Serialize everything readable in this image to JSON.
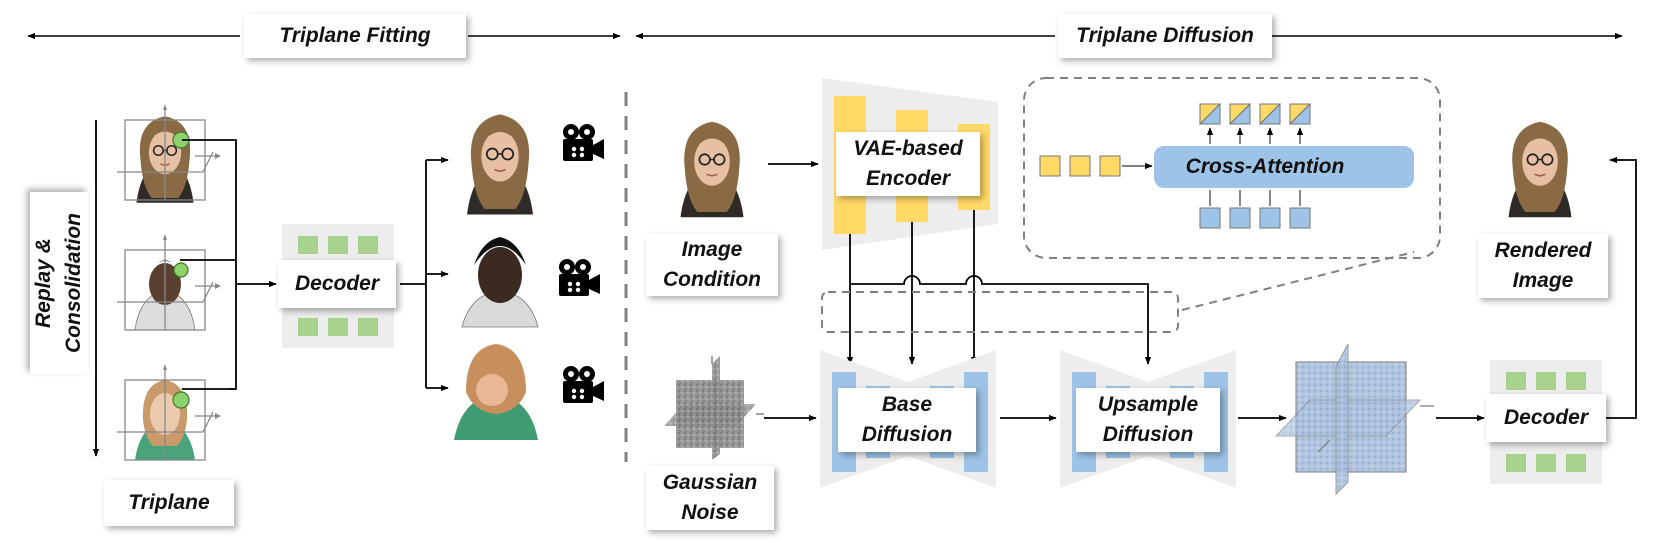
{
  "sections": {
    "fitting": "Triplane Fitting",
    "diffusion": "Triplane Diffusion"
  },
  "labels": {
    "replay": "Replay &\nConsolidation",
    "triplane": "Triplane",
    "decoder_left": "Decoder",
    "image_condition": "Image\nCondition",
    "vae_encoder": "VAE-based\nEncoder",
    "cross_attention": "Cross-Attention",
    "base_diffusion": "Base\nDiffusion",
    "upsample_diffusion": "Upsample\nDiffusion",
    "gaussian_noise": "Gaussian\nNoise",
    "decoder_right": "Decoder",
    "rendered_image": "Rendered\nImage"
  },
  "icons": {
    "camera": "video-camera-icon",
    "avatar": "avatar-head-icon",
    "triplane": "triplane-cube-icon"
  },
  "colors": {
    "yellow": "#FFD966",
    "blue": "#9DC3E6",
    "green": "#A9D18E",
    "panel_gray": "#EDEDED",
    "arrow": "#000000",
    "dash": "#808080"
  }
}
